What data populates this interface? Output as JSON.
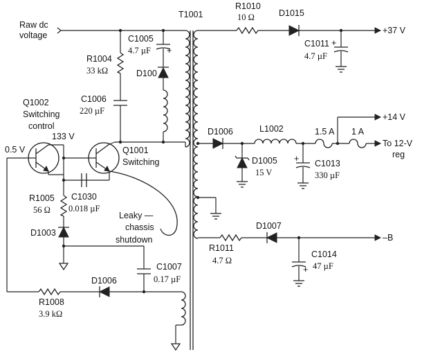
{
  "labels": {
    "raw_dc_line1": "Raw dc",
    "raw_dc_line2": "voltage",
    "t1001": "T1001",
    "r1010": "R1010",
    "r1010_val": "10 Ω",
    "d1015": "D1015",
    "out37": "+37 V",
    "c1011": "C1011",
    "c1011_val": "4.7 µF",
    "c1005": "C1005",
    "c1005_val": "4.7 µF",
    "r1004": "R1004",
    "r1004_val": "33 kΩ",
    "d100": "D100",
    "c1006": "C1006",
    "c1006_val": "220 µF",
    "q1002_line1": "Q1002",
    "q1002_line2": "Switching",
    "q1002_line3": "control",
    "v133": "133 V",
    "v05": "0.5 V",
    "q1001_line1": "Q1001",
    "q1001_line2": "Switching",
    "out14": "+14 V",
    "d1006a": "D1006",
    "l1002": "L1002",
    "fuse15": "1.5 A",
    "fuse1": "1 A",
    "to12v_line1": "To 12-V",
    "to12v_line2": "reg",
    "d1005": "D1005",
    "d1005_val": "15 V",
    "c1013": "C1013",
    "c1013_val": "330 µF",
    "r1005": "R1005",
    "r1005_val": "56 Ω",
    "c1030": "C1030",
    "c1030_val": "0.018 µF",
    "leaky_line1": "Leaky —",
    "leaky_line2": "chassis",
    "leaky_line3": "shutdown",
    "d1003": "D1003",
    "d1007": "D1007",
    "outB": "–B",
    "r1011": "R1011",
    "r1011_val": "4.7 Ω",
    "c1014": "C1014",
    "c1014_val": "47 µF",
    "c1007": "C1007",
    "c1007_val": "0.17 µF",
    "d1006b": "D1006",
    "r1008": "R1008",
    "r1008_val": "3.9 kΩ"
  }
}
